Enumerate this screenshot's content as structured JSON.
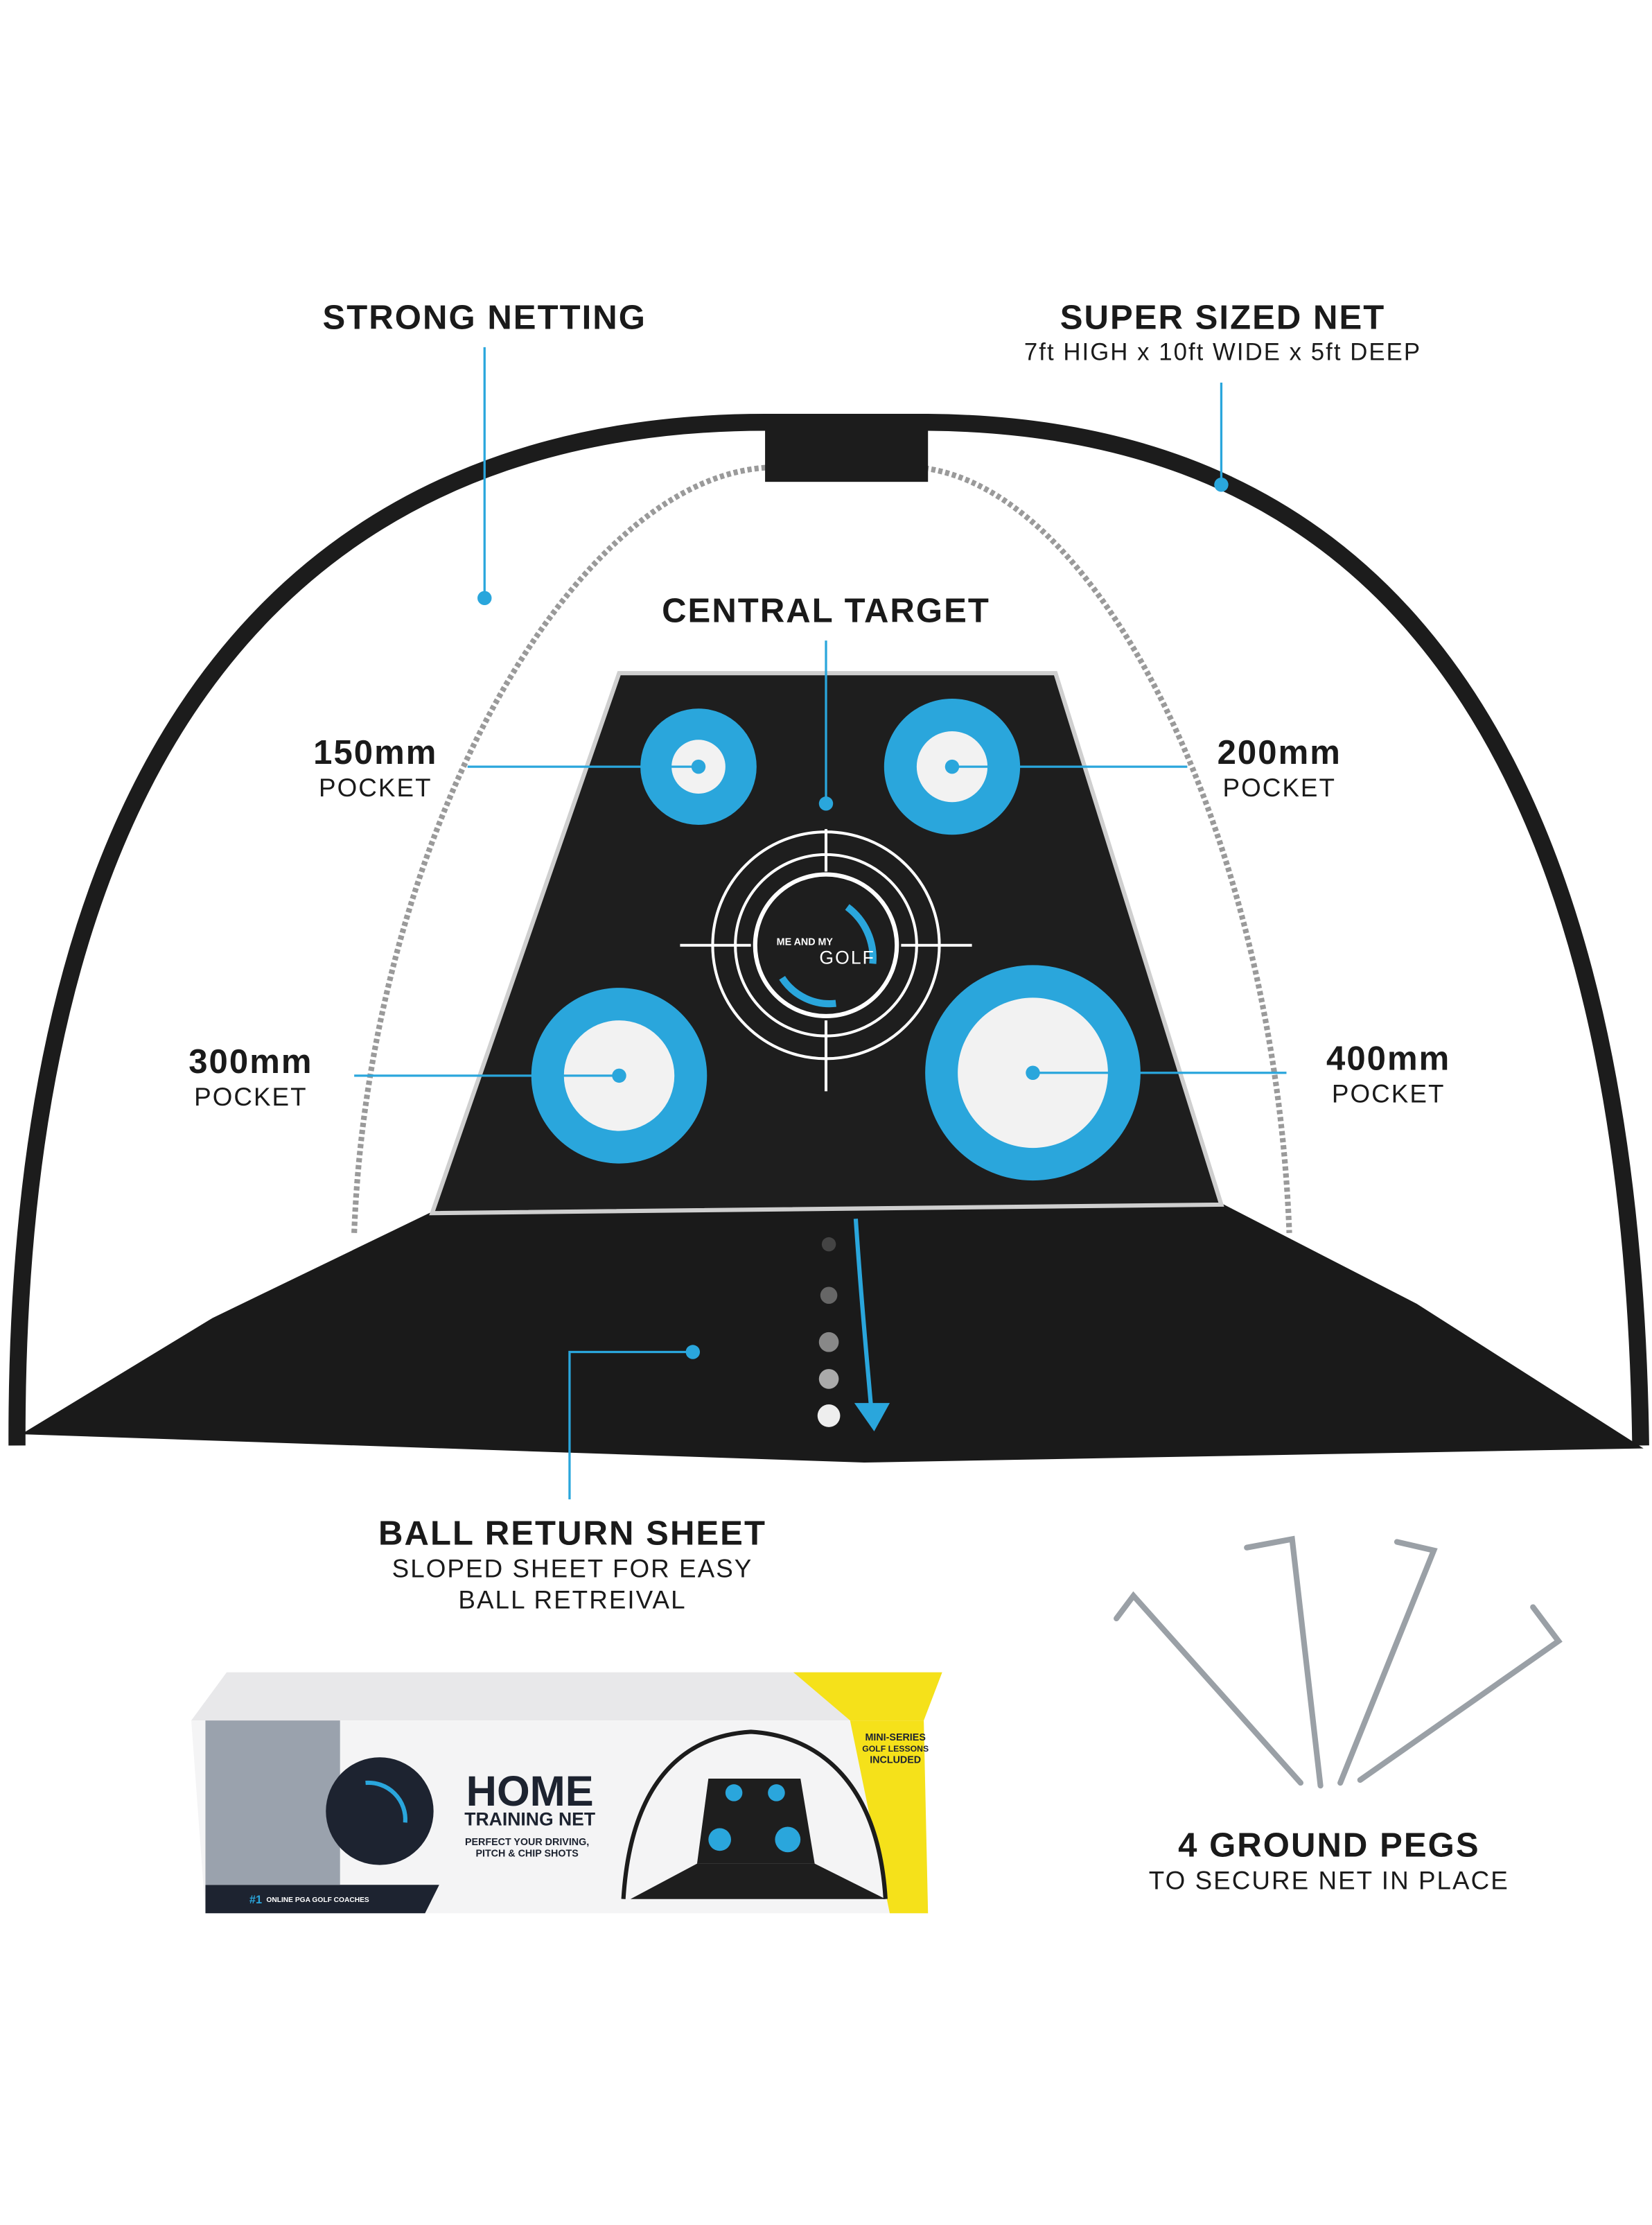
{
  "colors": {
    "accent": "#2aa6dc",
    "net": "#1c1c1c",
    "box_yellow": "#f5e11a",
    "box_navy": "#1d2330"
  },
  "callouts": {
    "strong_netting": "STRONG NETTING",
    "super_sized": {
      "title": "SUPER SIZED NET",
      "sub": "7ft HIGH x 10ft WIDE x 5ft DEEP"
    },
    "central_target": "CENTRAL TARGET",
    "pockets": [
      {
        "size": "150mm",
        "label": "POCKET"
      },
      {
        "size": "200mm",
        "label": "POCKET"
      },
      {
        "size": "300mm",
        "label": "POCKET"
      },
      {
        "size": "400mm",
        "label": "POCKET"
      }
    ],
    "ball_return": {
      "title": "BALL RETURN SHEET",
      "line1": "SLOPED SHEET FOR EASY",
      "line2": "BALL RETREIVAL"
    },
    "pegs": {
      "title": "4 GROUND PEGS",
      "sub": "TO SECURE NET IN PLACE"
    }
  },
  "logo": {
    "line1": "ME AND MY",
    "line2": "GOLF"
  },
  "box": {
    "title": "HOME",
    "subtitle": "TRAINING NET",
    "tagline1": "PERFECT YOUR DRIVING,",
    "tagline2": "PITCH & CHIP SHOTS",
    "badge1": "MINI-SERIES",
    "badge2": "GOLF LESSONS",
    "badge3": "INCLUDED",
    "rank": "#1",
    "coaches": "ONLINE PGA GOLF COACHES"
  }
}
